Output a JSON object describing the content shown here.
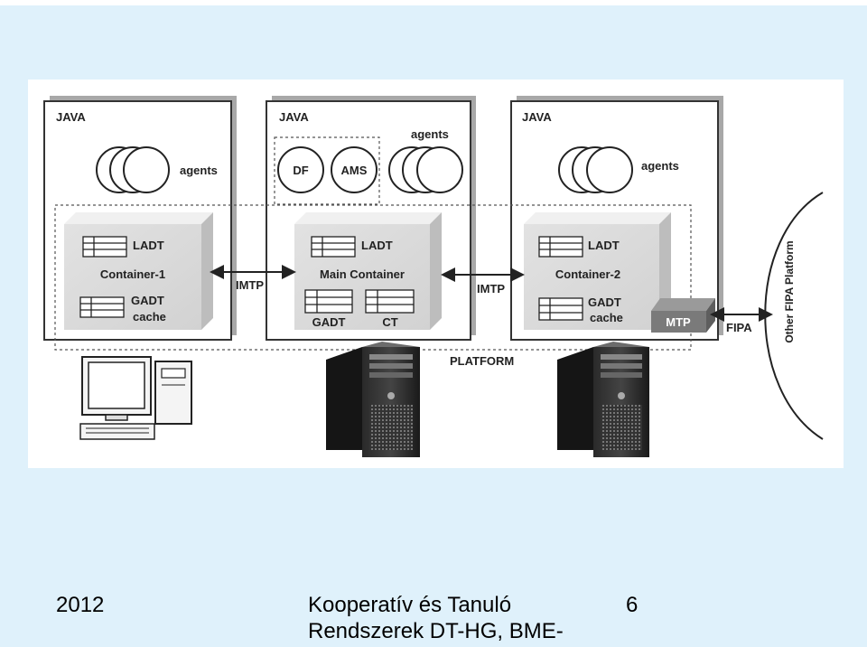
{
  "diagram": {
    "java_labels": [
      "JAVA",
      "JAVA",
      "JAVA"
    ],
    "agents_labels": [
      "agents",
      "agents",
      "agents"
    ],
    "df_label": "DF",
    "ams_label": "AMS",
    "container_1": {
      "ladt": "LADT",
      "name": "Container-1",
      "gadt_line1": "GADT",
      "gadt_line2": "cache"
    },
    "main_container": {
      "ladt": "LADT",
      "name": "Main Container",
      "gadt": "GADT",
      "ct": "CT"
    },
    "container_2": {
      "ladt": "LADT",
      "name": "Container-2",
      "gadt_line1": "GADT",
      "gadt_line2": "cache",
      "mtp": "MTP"
    },
    "imtp_left": "IMTP",
    "imtp_right": "IMTP",
    "fipa": "FIPA",
    "platform": "PLATFORM",
    "other_platform": "Other FIPA Platform"
  },
  "footer": {
    "year": "2012",
    "title_line1": "Kooperatív és Tanuló",
    "title_line2": "Rendszerek DT-HG, BME-",
    "page": "6"
  }
}
